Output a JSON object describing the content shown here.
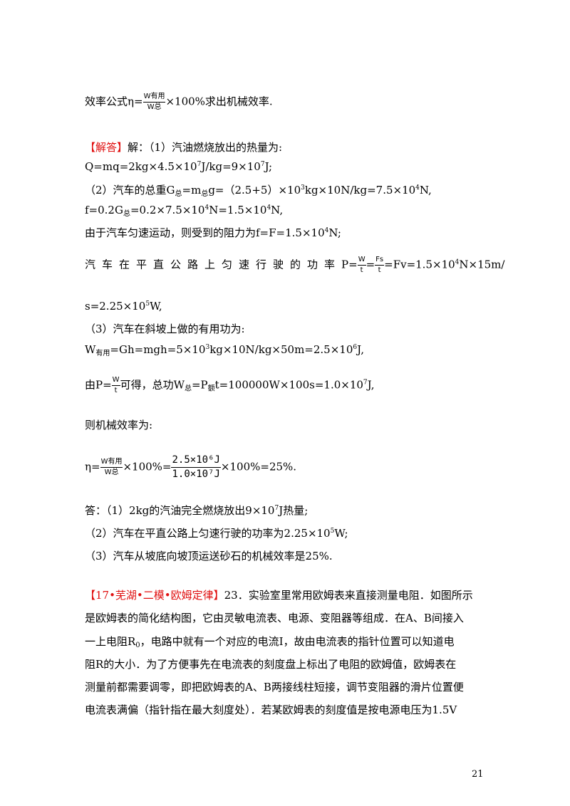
{
  "l1": {
    "pre": "效率公式η=",
    "num": "W有用",
    "den": "W总",
    "post": "×100%求出机械效率."
  },
  "l2": {
    "tag": "【解答】",
    "text": "解：（1）汽油燃烧放出的热量为:"
  },
  "l3": {
    "a": "Q=mq=2kg×4.5×10",
    "e1": "7",
    "b": "J/kg=9×10",
    "e2": "7",
    "c": "J;"
  },
  "l4": {
    "a": "（2）汽车的总重G",
    "s1": "总",
    "b": "=m",
    "s2": "总",
    "c": "g=（2.5+5）×10",
    "e1": "3",
    "d": "kg×10N/kg=7.5×10",
    "e2": "4",
    "e": "N,"
  },
  "l5": {
    "a": "f=0.2G",
    "s1": "总",
    "b": "=0.2×7.5×10",
    "e1": "4",
    "c": "N=1.5×10",
    "e2": "4",
    "d": "N,"
  },
  "l6": {
    "a": "由于汽车匀速运动，则受到的阻力为f=F=1.5×10",
    "e1": "4",
    "b": "N;"
  },
  "l7": {
    "spaced": "汽车在平直公路上匀速行驶的功率",
    "a": "P=",
    "n1": "W",
    "d1": "t",
    "eq": "=",
    "n2": "Fs",
    "d2": "t",
    "b": "=Fv=1.5×10",
    "e1": "4",
    "c": "N×15m/"
  },
  "l8": {
    "a": "s=2.25×10",
    "e1": "5",
    "b": "W,"
  },
  "l9": {
    "text": "（3）汽车在斜坡上做的有用功为:"
  },
  "l10": {
    "a": "W",
    "s1": "有用",
    "b": "=Gh=mgh=5×10",
    "e1": "3",
    "c": "kg×10N/kg×50m=2.5×10",
    "e2": "6",
    "d": "J,"
  },
  "l11": {
    "a": "由P=",
    "num": "W",
    "den": "t",
    "b": "可得，总功W",
    "s1": "总",
    "c": "=P",
    "s2": "额",
    "d": "t=100000W×100s=1.0×10",
    "e1": "7",
    "e": "J,"
  },
  "l12": {
    "text": "则机械效率为:"
  },
  "l13": {
    "a": "η=",
    "num1": "W有用",
    "den1": "W总",
    "b": "×100%=",
    "num2": "2.5×10⁶J",
    "den2": "1.0×10⁷J",
    "c": "×100%=25%."
  },
  "l14": {
    "a": "答：（1）2kg的汽油完全燃烧放出9×10",
    "e1": "7",
    "b": "J热量;"
  },
  "l15": {
    "a": "（2）汽车在平直公路上匀速行驶的功率为2.25×10",
    "e1": "5",
    "b": "W;"
  },
  "l16": {
    "text": "（3）汽车从坡底向坡顶运送砂石的机械效率是25%."
  },
  "p2": {
    "tag": "【17•芜湖•二模•欧姆定律】",
    "l1": "23．实验室里常用欧姆表来直接测量电阻．如图所示",
    "l2": "是欧姆表的简化结构图，它由灵敏电流表、电源、变阻器等组成．在A、B间接入",
    "l3a": "一上电阻R",
    "l3s": "0",
    "l3b": "，电路中就有一个对应的电流I，故由电流表的指针位置可以知道电",
    "l4": "阻R的大小．为了方便事先在电流表的刻度盘上标出了电阻的欧姆值，欧姆表在",
    "l5": "测量前都需要调零，即把欧姆表的A、B两接线柱短接，调节变阻器的滑片位置便",
    "l6": "电流表满偏（指针指在最大刻度处）．若某欧姆表的刻度值是按电源电压为1.5V"
  },
  "page_number": "21"
}
